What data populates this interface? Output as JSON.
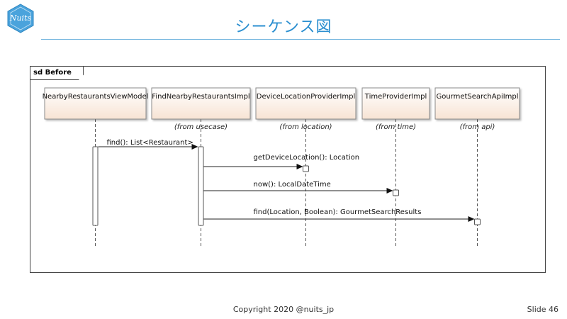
{
  "slide": {
    "title": "シーケンス図",
    "logo_text": "Nuits",
    "copyright": "Copyright 2020 @nuits_jp",
    "slide_number": "Slide 46"
  },
  "frame": {
    "label": "sd Before"
  },
  "lifelines": [
    {
      "name": "NearbyRestaurantsViewModel",
      "package": ""
    },
    {
      "name": "FindNearbyRestaurantsImpl",
      "package": "(from usecase)"
    },
    {
      "name": "DeviceLocationProviderImpl",
      "package": "(from location)"
    },
    {
      "name": "TimeProviderImpl",
      "package": "(from time)"
    },
    {
      "name": "GourmetSearchApiImpl",
      "package": "(from api)"
    }
  ],
  "messages": [
    {
      "from": 0,
      "to": 1,
      "label": "find(): List<Restaurant>"
    },
    {
      "from": 1,
      "to": 2,
      "label": "getDeviceLocation(): Location"
    },
    {
      "from": 1,
      "to": 3,
      "label": "now(): LocalDateTime"
    },
    {
      "from": 1,
      "to": 4,
      "label": "find(Location, Boolean): GourmetSearchResults"
    }
  ],
  "colors": {
    "title": "#2b8fd0",
    "rule": "#6fb3de",
    "logo_fill": "#4aa3dc",
    "box_top": "#ffffff",
    "box_bottom": "#f7e3d3",
    "box_border": "#8a8a8a"
  }
}
